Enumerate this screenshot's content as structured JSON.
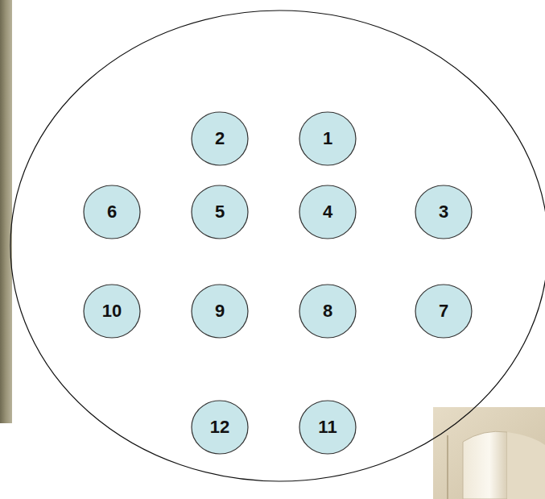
{
  "diagram": {
    "nodes": [
      {
        "text": [
          "2"
        ]
      },
      {
        "text": [
          "1"
        ]
      },
      {
        "text": [
          "6"
        ]
      },
      {
        "text": [
          "5"
        ]
      },
      {
        "text": [
          "4"
        ]
      },
      {
        "text": [
          "3"
        ]
      },
      {
        "text": [
          "10"
        ]
      },
      {
        "text": [
          "9"
        ]
      },
      {
        "text": [
          "8"
        ]
      },
      {
        "text": [
          "7"
        ]
      },
      {
        "text": [
          "12"
        ]
      },
      {
        "text": [
          "11"
        ]
      }
    ]
  }
}
